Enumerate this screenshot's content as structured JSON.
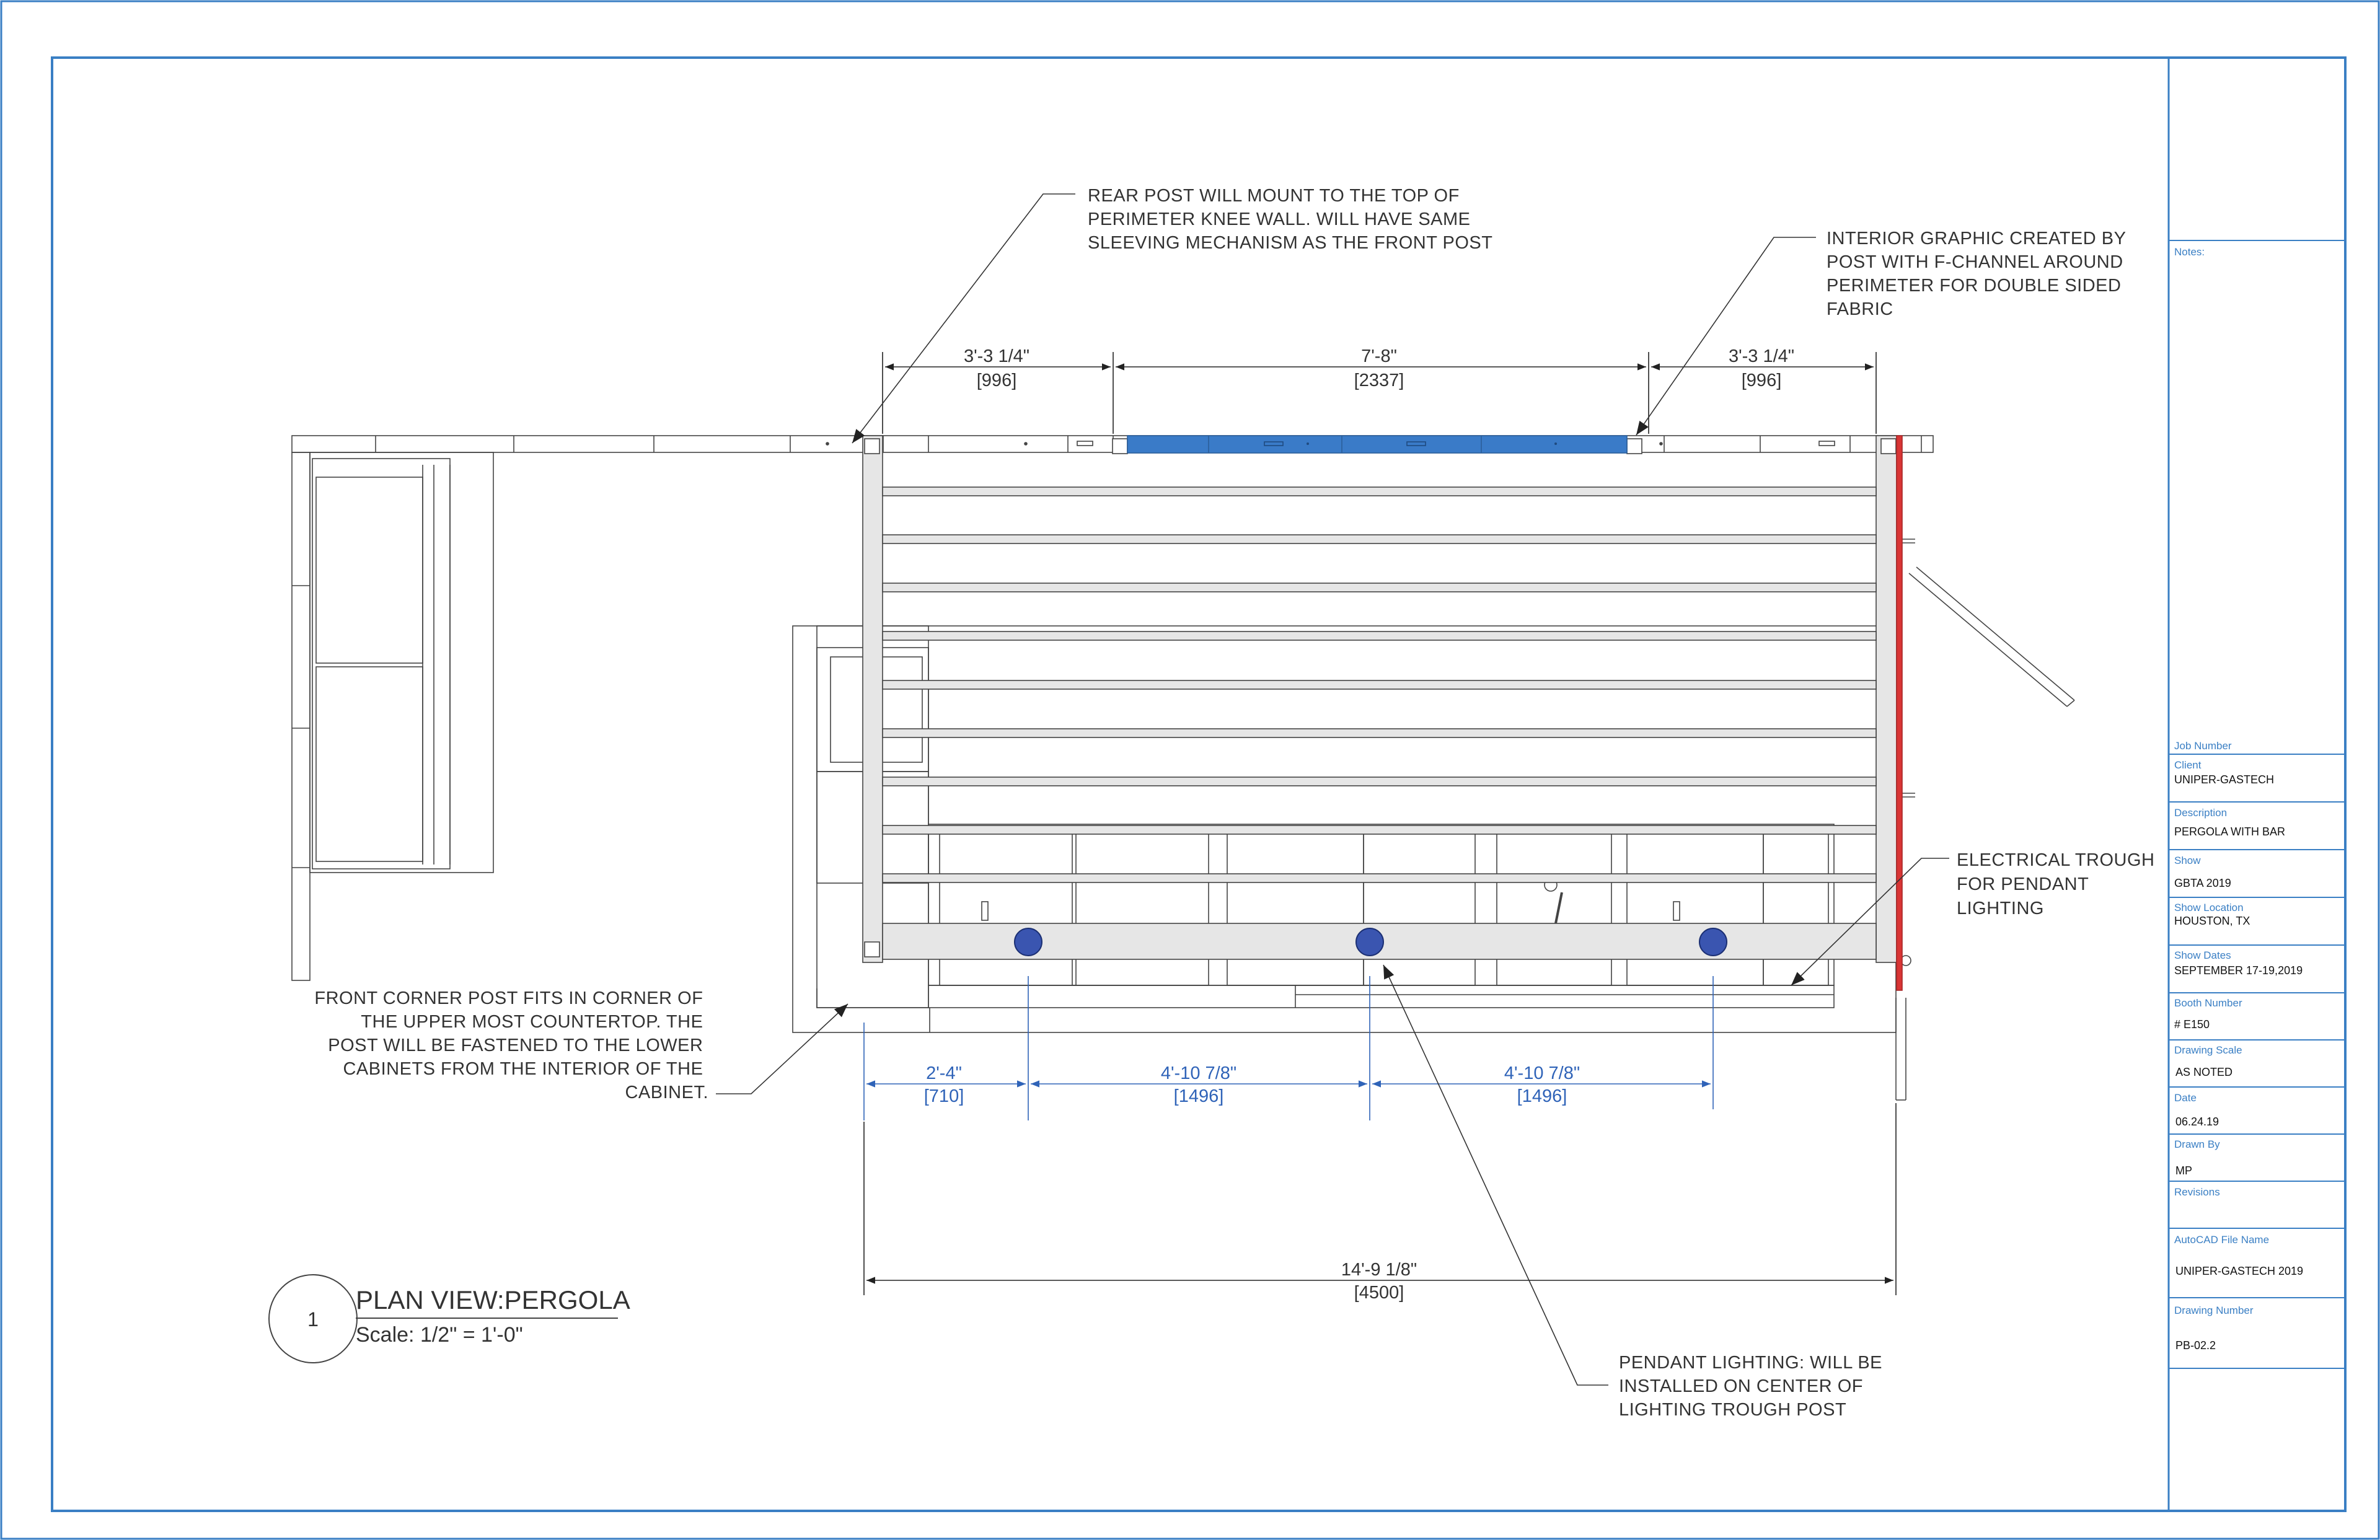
{
  "notes_label": "Notes:",
  "title_block": {
    "job_number_label": "Job Number",
    "client": {
      "label": "Client",
      "value": "UNIPER-GASTECH"
    },
    "description": {
      "label": "Description",
      "value": "PERGOLA WITH BAR"
    },
    "show": {
      "label": "Show",
      "value": "GBTA 2019"
    },
    "show_location": {
      "label": "Show Location",
      "value": "HOUSTON, TX"
    },
    "show_dates": {
      "label": "Show Dates",
      "value": "SEPTEMBER 17-19,2019"
    },
    "booth_number": {
      "label": "Booth Number",
      "value": "# E150"
    },
    "drawing_scale": {
      "label": "Drawing Scale",
      "value": "AS NOTED"
    },
    "date": {
      "label": "Date",
      "value": "06.24.19"
    },
    "drawn_by": {
      "label": "Drawn By",
      "value": "MP"
    },
    "revisions_label": "Revisions",
    "autocad_file": {
      "label": "AutoCAD File Name",
      "value": "UNIPER-GASTECH 2019"
    },
    "drawing_number": {
      "label": "Drawing Number",
      "value": "PB-02.2"
    }
  },
  "view_title": {
    "number": "1",
    "title": "PLAN VIEW:PERGOLA",
    "scale": "Scale: 1/2\" = 1'-0\""
  },
  "annotations": {
    "rear_post": [
      "REAR POST WILL MOUNT TO THE TOP OF",
      "PERIMETER KNEE WALL.  WILL HAVE SAME",
      "SLEEVING MECHANISM AS THE FRONT POST"
    ],
    "interior_graphic": [
      "INTERIOR GRAPHIC CREATED BY",
      "POST WITH F-CHANNEL AROUND",
      "PERIMETER FOR DOUBLE SIDED",
      "FABRIC"
    ],
    "electrical_trough": [
      "ELECTRICAL TROUGH",
      "FOR PENDANT",
      "LIGHTING"
    ],
    "front_corner": [
      "FRONT CORNER POST FITS IN CORNER OF",
      "THE UPPER MOST COUNTERTOP. THE",
      "POST WILL BE FASTENED TO THE LOWER",
      "CABINETS FROM THE INTERIOR OF THE",
      "CABINET."
    ],
    "pendant": [
      "PENDANT LIGHTING: WILL BE",
      "INSTALLED ON CENTER OF",
      "LIGHTING TROUGH POST"
    ]
  },
  "dimensions": {
    "top": [
      {
        "imperial": "3'-3 1/4\"",
        "metric": "[996]"
      },
      {
        "imperial": "7'-8\"",
        "metric": "[2337]"
      },
      {
        "imperial": "3'-3 1/4\"",
        "metric": "[996]"
      }
    ],
    "bottom": [
      {
        "imperial": "2'-4\"",
        "metric": "[710]"
      },
      {
        "imperial": "4'-10 7/8\"",
        "metric": "[1496]"
      },
      {
        "imperial": "4'-10 7/8\"",
        "metric": "[1496]"
      }
    ],
    "overall": {
      "imperial": "14'-9 1/8\"",
      "metric": "[4500]"
    }
  },
  "colors": {
    "frame": "#3a7fc4",
    "graphic_panel": "#3a7bc8",
    "electrical_trough": "#d93535",
    "pendant_light": "#3a55b0",
    "blue_dimension": "#2f63b8"
  }
}
